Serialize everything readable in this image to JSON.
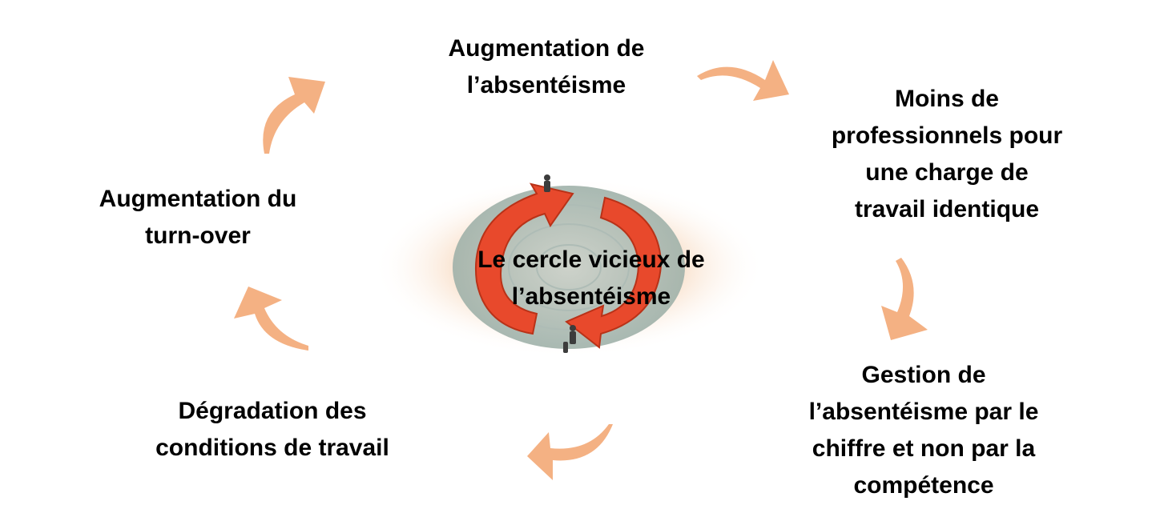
{
  "nodes": {
    "top": [
      "Augmentation de",
      "l’absentéisme"
    ],
    "right": [
      "Moins de",
      "professionnels pour",
      "une charge de",
      "travail identique"
    ],
    "bottom_right": [
      "Gestion de",
      "l’absentéisme par le",
      "chiffre et non par la",
      "compétence"
    ],
    "bottom_left": [
      "Dégradation des",
      "conditions de travail"
    ],
    "left": [
      "Augmentation du",
      "turn-over"
    ]
  },
  "center": [
    "Le cercle vicieux de",
    "l’absentéisme"
  ],
  "colors": {
    "arrow": "#f4b183",
    "cycle_red": "#e8492c",
    "glow": "#fbe3cf",
    "disc": "#b9c6c0"
  }
}
